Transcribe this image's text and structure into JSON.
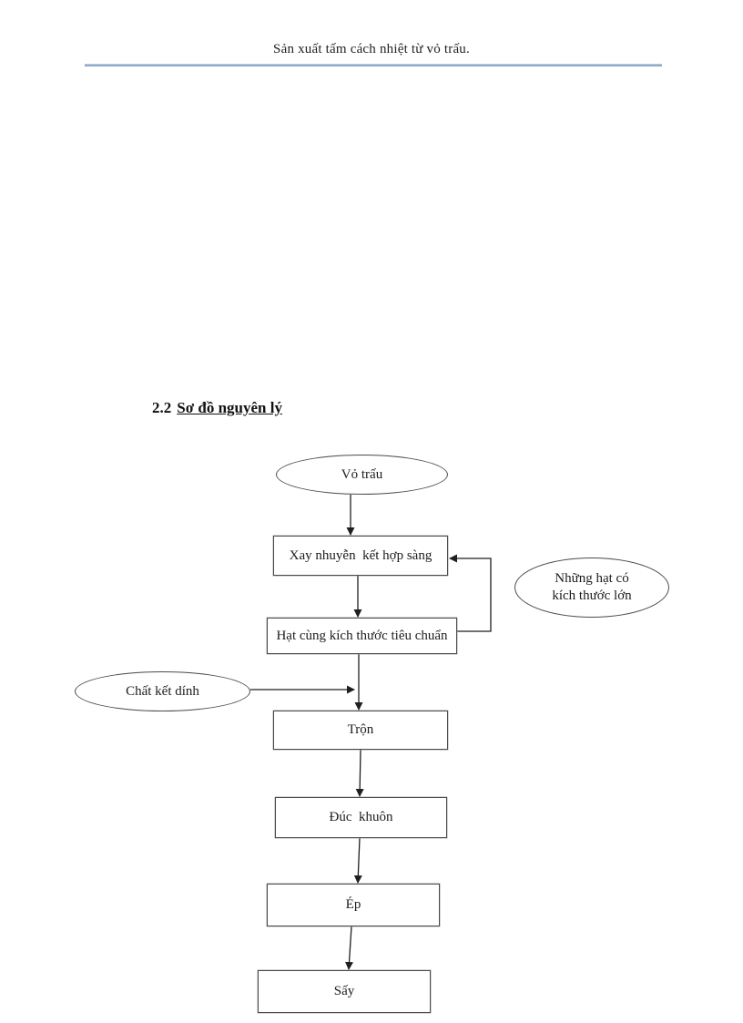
{
  "header": {
    "title": "Sản xuất tấm cách nhiệt từ vỏ trấu."
  },
  "section": {
    "number": "2.2",
    "title": "Sơ đồ nguyên lý"
  },
  "flowchart": {
    "nodes": {
      "vo_trau": {
        "label": "Vỏ trấu",
        "shape": "ellipse"
      },
      "xay_nhuyen": {
        "label": "Xay nhuyễn  kết hợp sàng",
        "shape": "rect"
      },
      "hat_cung": {
        "label": "Hạt cùng kích thước tiêu chuẩn",
        "shape": "rect"
      },
      "nhung_hat_lon": {
        "label": "Những hạt có\nkích thước lớn",
        "shape": "ellipse"
      },
      "chat_ket_dinh": {
        "label": "Chất kết dính",
        "shape": "ellipse"
      },
      "tron": {
        "label": "Trộn",
        "shape": "rect"
      },
      "duc_khuon": {
        "label": "Đúc  khuôn",
        "shape": "rect"
      },
      "ep": {
        "label": "Ép",
        "shape": "rect"
      },
      "say": {
        "label": "Sấy",
        "shape": "rect"
      }
    },
    "edges": [
      "vo_trau -> xay_nhuyen",
      "xay_nhuyen -> hat_cung",
      "hat_cung -> xay_nhuyen (hồi lưu, cạnh nhãn: nhung_hat_lon)",
      "hat_cung -> tron",
      "chat_ket_dinh -> tron (nhập vào dòng chính)",
      "tron -> duc_khuon",
      "duc_khuon -> ep",
      "ep -> say"
    ],
    "colors": {
      "line": "#1f1f1f",
      "header_rule": "#8fabc9"
    }
  }
}
